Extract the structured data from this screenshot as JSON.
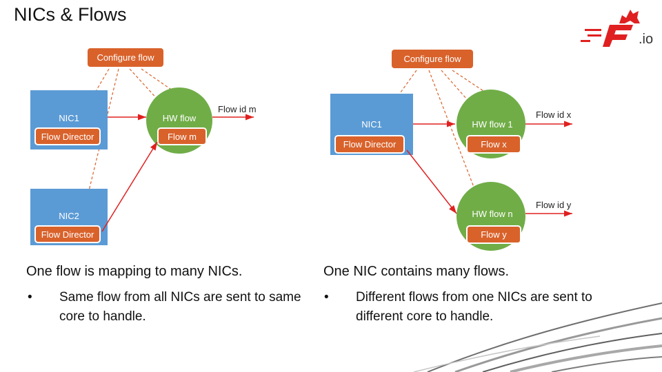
{
  "slide": {
    "title": "NICs & Flows",
    "logo_text": ".io"
  },
  "colors": {
    "orange": "#d9622b",
    "blue": "#5b9bd5",
    "green": "#70ad47",
    "arrow_red": "#e02020",
    "dash": "#d9622b"
  },
  "left_diagram": {
    "configure_label": "Configure flow",
    "nic1_label": "NIC1",
    "nic1_director": "Flow Director",
    "nic2_label": "NIC2",
    "nic2_director": "Flow Director",
    "hw_flow_label": "HW flow",
    "flow_box": "Flow m",
    "out_label": "Flow id m"
  },
  "right_diagram": {
    "configure_label": "Configure flow",
    "nic1_label": "NIC1",
    "nic1_director": "Flow Director",
    "hw1_label": "HW flow 1",
    "hw1_flow_box": "Flow x",
    "hw1_out_label": "Flow id x",
    "hwn_label": "HW flow n",
    "hwn_flow_box": "Flow y",
    "hwn_out_label": "Flow id y"
  },
  "left_text": {
    "heading": "One flow is mapping to many NICs.",
    "bullet": "Same flow from all NICs are sent to same core to handle."
  },
  "right_text": {
    "heading": "One NIC contains many flows.",
    "bullet": "Different flows from one NICs are sent to different core to handle."
  },
  "bullet_char": "•"
}
